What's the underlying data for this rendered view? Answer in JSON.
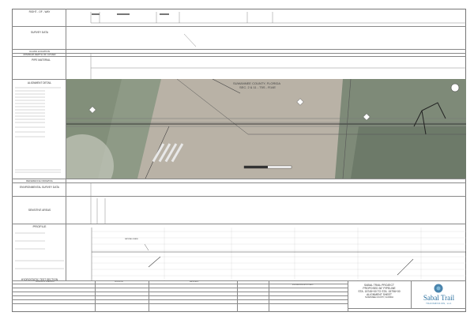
{
  "left_panel": {
    "right_of_way": "RIGHT - OF - WAY",
    "survey_data": "SURVEY DATA",
    "class_location": "CLASS LOCATION",
    "min_depth": "MINIMUM DEPTH OF COVER",
    "pipe_material": "PIPE MATERIAL",
    "alignment_detail": "ALIGNMENT DETAIL",
    "reference_drawing": "REFERENCE DRAWING",
    "env_survey": "ENVIRONMENTAL SURVEY DATA",
    "sensitive_areas": "SENSITIVE AREAS",
    "profile": "PROFILE",
    "hydrostatic": "HYDROSTATIC TEST SECTION"
  },
  "map": {
    "county": "SUWANNEE COUNTY, FLORIDA",
    "section": "SEC. 2 & 11 - T5S - R14E",
    "imagery_color": "#b9b2a6"
  },
  "profile": {
    "annotation": "NATURAL GRADE"
  },
  "bottom": {
    "reference_drawings": "REFERENCE DRAWINGS",
    "revisions": "REVISIONS",
    "materials": "MATERIALS",
    "engineering_approvals": "ENGINEERING APPROVALS"
  },
  "title_block": {
    "line1": "SABAL TRAIL PROJECT",
    "line2": "PROPOSED 36\" PIPELINE",
    "line3": "STA. 15745+00 TO STA. 15796+00",
    "line4": "ALIGNMENT SHEET",
    "location": "SUWANNEE COUNTY, FLORIDA",
    "logo_text": "Sabal Trail",
    "logo_sub": "TRANSMISSION, LLC",
    "logo_color": "#2a6f9e"
  }
}
